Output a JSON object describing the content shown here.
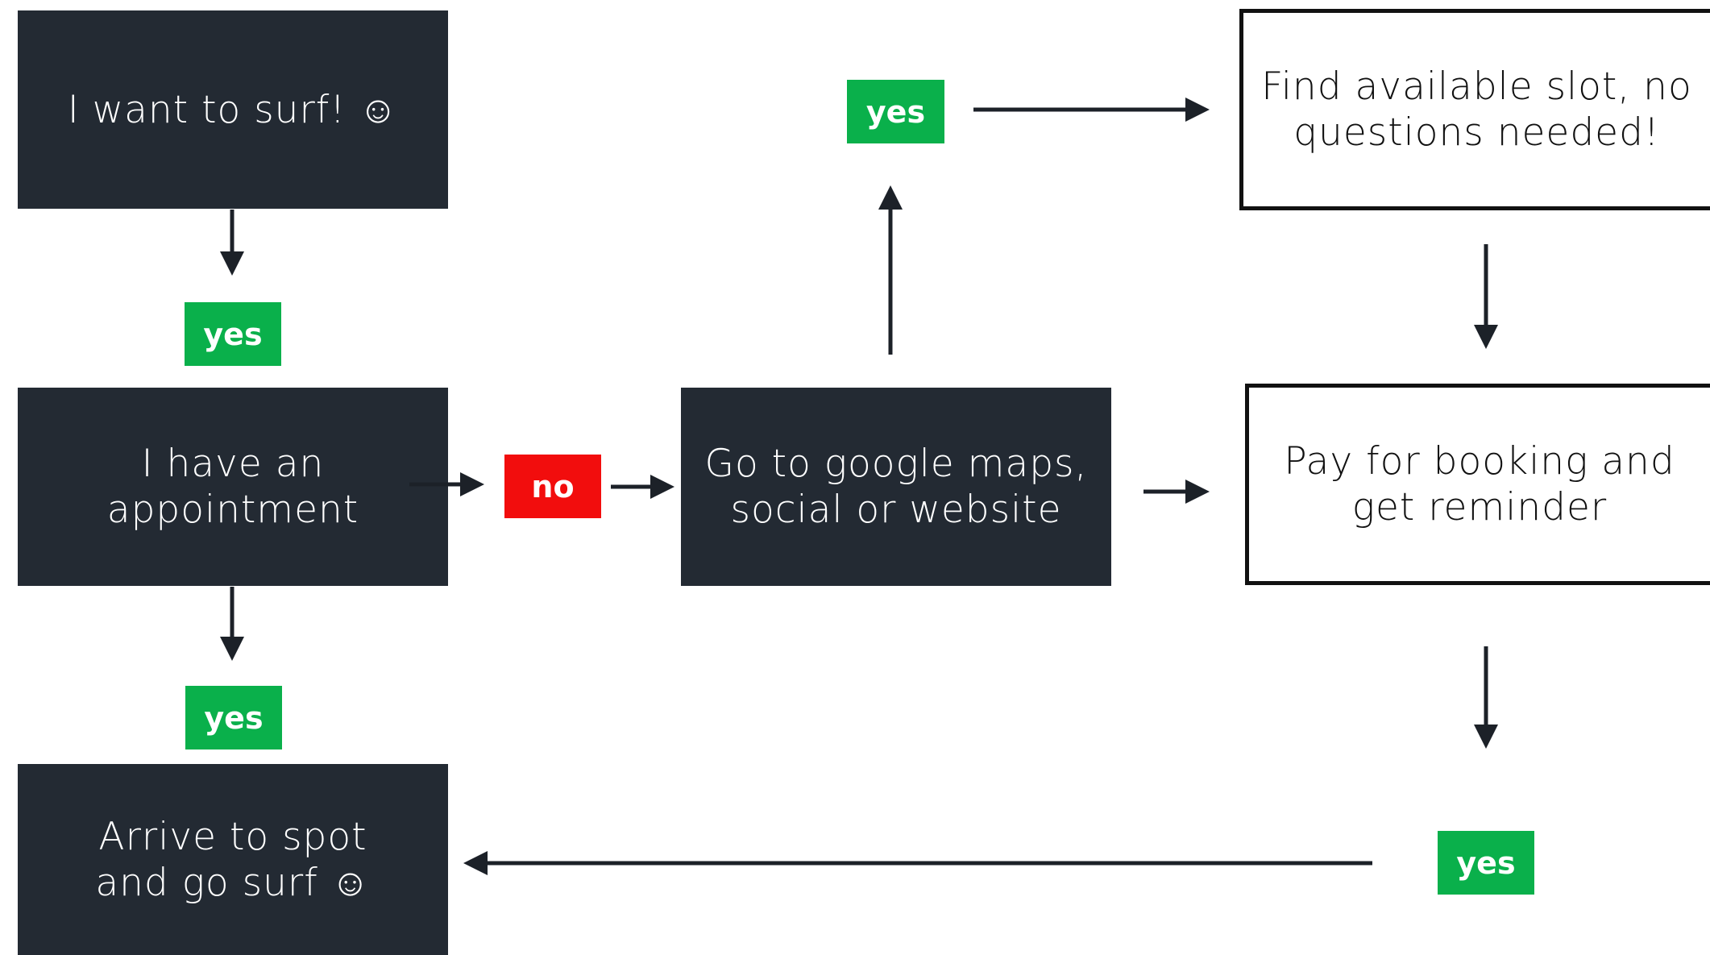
{
  "colors": {
    "dark_box": "#232a33",
    "yes_badge": "#0ab04b",
    "no_badge": "#f20d0d",
    "arrow": "#1c2128"
  },
  "nodes": {
    "want_to_surf": "I want to surf! ☺",
    "have_appointment": "I have an\nappointment",
    "arrive_and_surf": "Arrive to spot\nand go surf ☺",
    "go_to_maps": "Go to google maps,\nsocial or website",
    "find_slot": "Find available slot, no\nquestions needed!",
    "pay_booking": "Pay for booking and\nget reminder"
  },
  "badges": {
    "yes_after_want": "yes",
    "yes_after_appointment": "yes",
    "no_after_appointment": "no",
    "yes_above_maps": "yes",
    "yes_after_pay": "yes"
  }
}
